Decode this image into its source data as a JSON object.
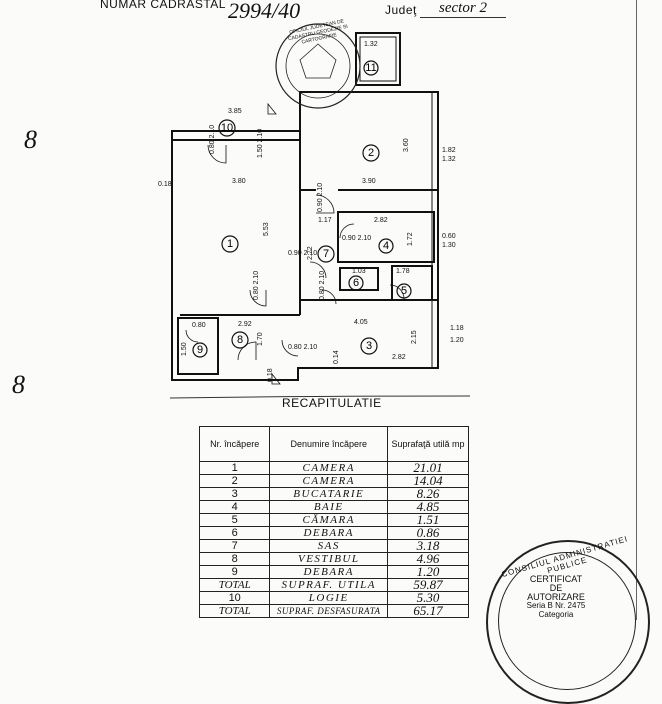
{
  "header": {
    "cadastral_label": "NUMAR CADRASTAL",
    "cadastral_value": "2994/40",
    "judet_label": "Judeţ",
    "judet_value": "sector 2"
  },
  "plan": {
    "rooms": [
      "1",
      "2",
      "3",
      "4",
      "5",
      "6",
      "7",
      "8",
      "9",
      "10",
      "11"
    ],
    "dimensions": [
      "3.85",
      "3.80",
      "3.90",
      "5.53",
      "3.60",
      "1.82",
      "1.32",
      "2.82",
      "1.72",
      "1.17",
      "4.05",
      "2.92",
      "2.82",
      "2.15",
      "1.18",
      "1.20",
      "0.18",
      "1.03",
      "1.78",
      "1.32",
      "1.70",
      "0.80",
      "1.50",
      "0.60",
      "1.30",
      "0.80 2.10",
      "0.90 2.10",
      "0.90 2.10",
      "0.90 2.10",
      "0.80 2.10",
      "0.80 2.10",
      "0.80 2.10",
      "1.50 2.10",
      "0.14",
      "0.18",
      "2.72"
    ],
    "margin_marks": [
      "8",
      "8"
    ]
  },
  "recap": {
    "title": "RECAPITULATIE",
    "headers": {
      "nr": "Nr. încăpere",
      "name": "Denumire încăpere",
      "area": "Suprafaţă utilă mp"
    },
    "rows": [
      {
        "nr": "1",
        "name": "CAMERA",
        "area": "21.01"
      },
      {
        "nr": "2",
        "name": "CAMERA",
        "area": "14.04"
      },
      {
        "nr": "3",
        "name": "BUCATARIE",
        "area": "8.26"
      },
      {
        "nr": "4",
        "name": "BAIE",
        "area": "4.85"
      },
      {
        "nr": "5",
        "name": "CĂMARA",
        "area": "1.51"
      },
      {
        "nr": "6",
        "name": "DEBARA",
        "area": "0.86"
      },
      {
        "nr": "7",
        "name": "SAS",
        "area": "3.18"
      },
      {
        "nr": "8",
        "name": "VESTIBUL",
        "area": "4.96"
      },
      {
        "nr": "9",
        "name": "DEBARA",
        "area": "1.20"
      },
      {
        "nr": "TOTAL",
        "name": "SUPRAF. UTILA",
        "area": "59.87"
      },
      {
        "nr": "10",
        "name": "LOGIE",
        "area": "5.30"
      },
      {
        "nr": "TOTAL",
        "name": "SUPRAF. DESFASURATA",
        "area": "65.17"
      }
    ]
  },
  "certificate": {
    "arc_text": "CONSILIUL ADMINISTRATIEI PUBLICE",
    "line1": "CERTIFICAT",
    "line2": "DE",
    "line3": "AUTORIZARE",
    "line4": "Seria B Nr. 2475",
    "line5": "Categoria"
  },
  "seal": {
    "text": "OFICIUL JUDETEAN DE CADASTRU GEODEZIE SI CARTOGRAFIE"
  }
}
